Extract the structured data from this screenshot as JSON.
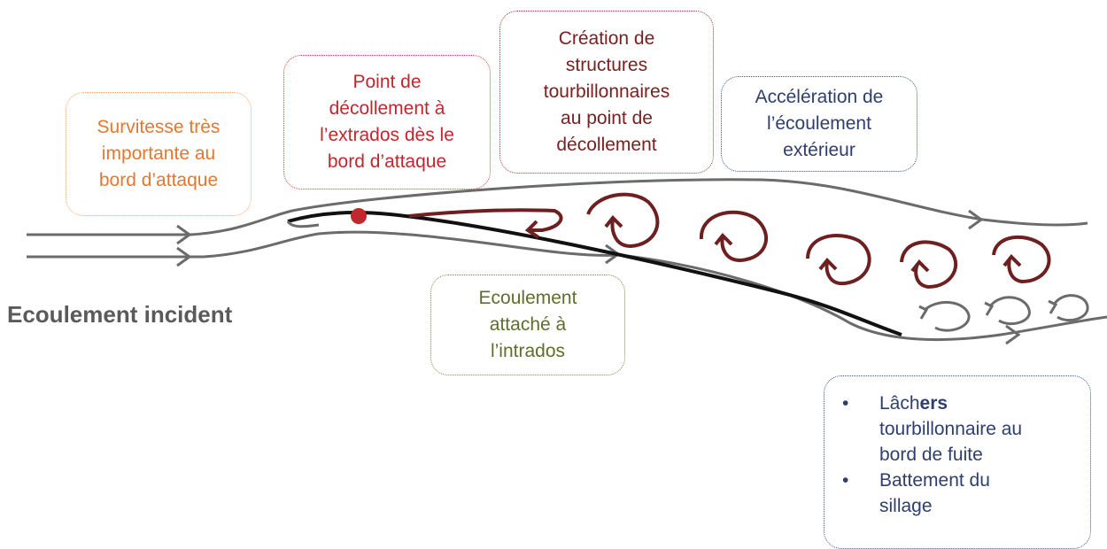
{
  "title": "Ecoulement incident",
  "boxes": {
    "survitesse": "Survitesse très\nimportante au\nbord d’attaque",
    "decollement": "Point de\ndécollement à\nl’extrados dès le\nbord d’attaque",
    "creation": "Création de\nstructures\ntourbillonnaires\nau point de\ndécollement",
    "acceleration": "Accélération de\nl’écoulement\nextérieur",
    "attache": "Ecoulement\nattaché à\nl’intrados"
  },
  "bullets": {
    "marker": "•",
    "item1_prefix": "Lâch",
    "item1_bold": "ers",
    "item1_rest": "tourbillonnaire au\nbord de fuite",
    "item2": "Battement du\nsillage"
  },
  "colors": {
    "streamline": "#6b6b6b",
    "airfoil": "#111111",
    "vortex": "#6e1f1f",
    "wake_vortex": "#6b6b6b",
    "separation_point": "#c0282e"
  }
}
